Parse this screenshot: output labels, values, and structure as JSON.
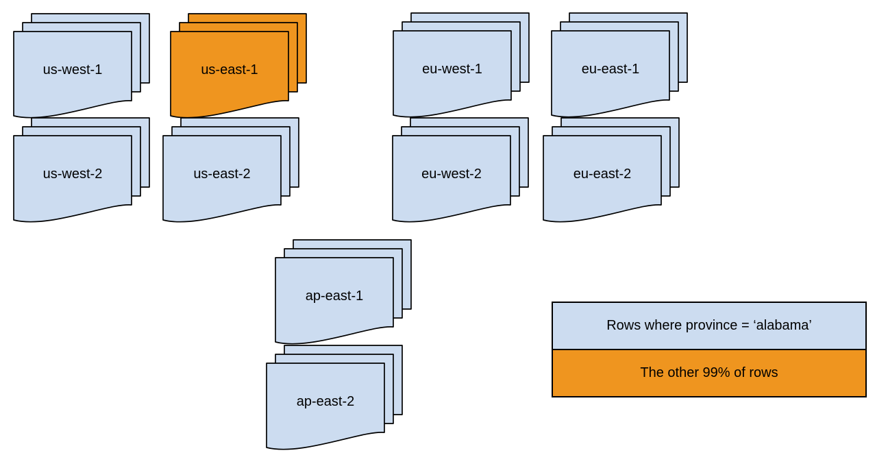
{
  "diagram": {
    "description": "Document stacks per cloud region with one highlighted stack",
    "background": "#ffffff"
  },
  "colors": {
    "region_fill": "#ccdcf0",
    "highlight_fill": "#ef951f",
    "stroke": "#000000",
    "text": "#000000"
  },
  "stacks": [
    {
      "label": "us-west-1",
      "highlighted": false
    },
    {
      "label": "us-east-1",
      "highlighted": true
    },
    {
      "label": "eu-west-1",
      "highlighted": false
    },
    {
      "label": "eu-east-1",
      "highlighted": false
    },
    {
      "label": "us-west-2",
      "highlighted": false
    },
    {
      "label": "us-east-2",
      "highlighted": false
    },
    {
      "label": "eu-west-2",
      "highlighted": false
    },
    {
      "label": "eu-east-2",
      "highlighted": false
    },
    {
      "label": "ap-east-1",
      "highlighted": false
    },
    {
      "label": "ap-east-2",
      "highlighted": false
    }
  ],
  "legend": {
    "row1": "Rows where province = ‘alabama’",
    "row2": "The other 99% of rows"
  }
}
